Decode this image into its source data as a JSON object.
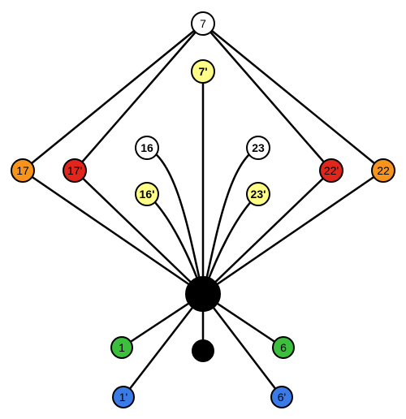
{
  "colors": {
    "white": "#ffffff",
    "yellow": "#ffff88",
    "orange": "#f7941d",
    "red": "#e2261b",
    "green": "#3cbf3c",
    "blue": "#3a7be8",
    "black": "#000000"
  },
  "nodes": {
    "n7": {
      "label": "7",
      "fill": "white"
    },
    "n7p": {
      "label": "7'",
      "fill": "yellow"
    },
    "n16": {
      "label": "16",
      "fill": "white"
    },
    "n23": {
      "label": "23",
      "fill": "white"
    },
    "n16p": {
      "label": "16'",
      "fill": "yellow"
    },
    "n23p": {
      "label": "23'",
      "fill": "yellow"
    },
    "n17": {
      "label": "17",
      "fill": "orange"
    },
    "n17p": {
      "label": "17'",
      "fill": "red"
    },
    "n22p": {
      "label": "22'",
      "fill": "red"
    },
    "n22": {
      "label": "22",
      "fill": "orange"
    },
    "hub": {
      "label": "",
      "fill": "black"
    },
    "tail": {
      "label": "",
      "fill": "black"
    },
    "n1": {
      "label": "1",
      "fill": "green"
    },
    "n6": {
      "label": "6",
      "fill": "green"
    },
    "n1p": {
      "label": "1'",
      "fill": "blue"
    },
    "n6p": {
      "label": "6'",
      "fill": "blue"
    }
  }
}
